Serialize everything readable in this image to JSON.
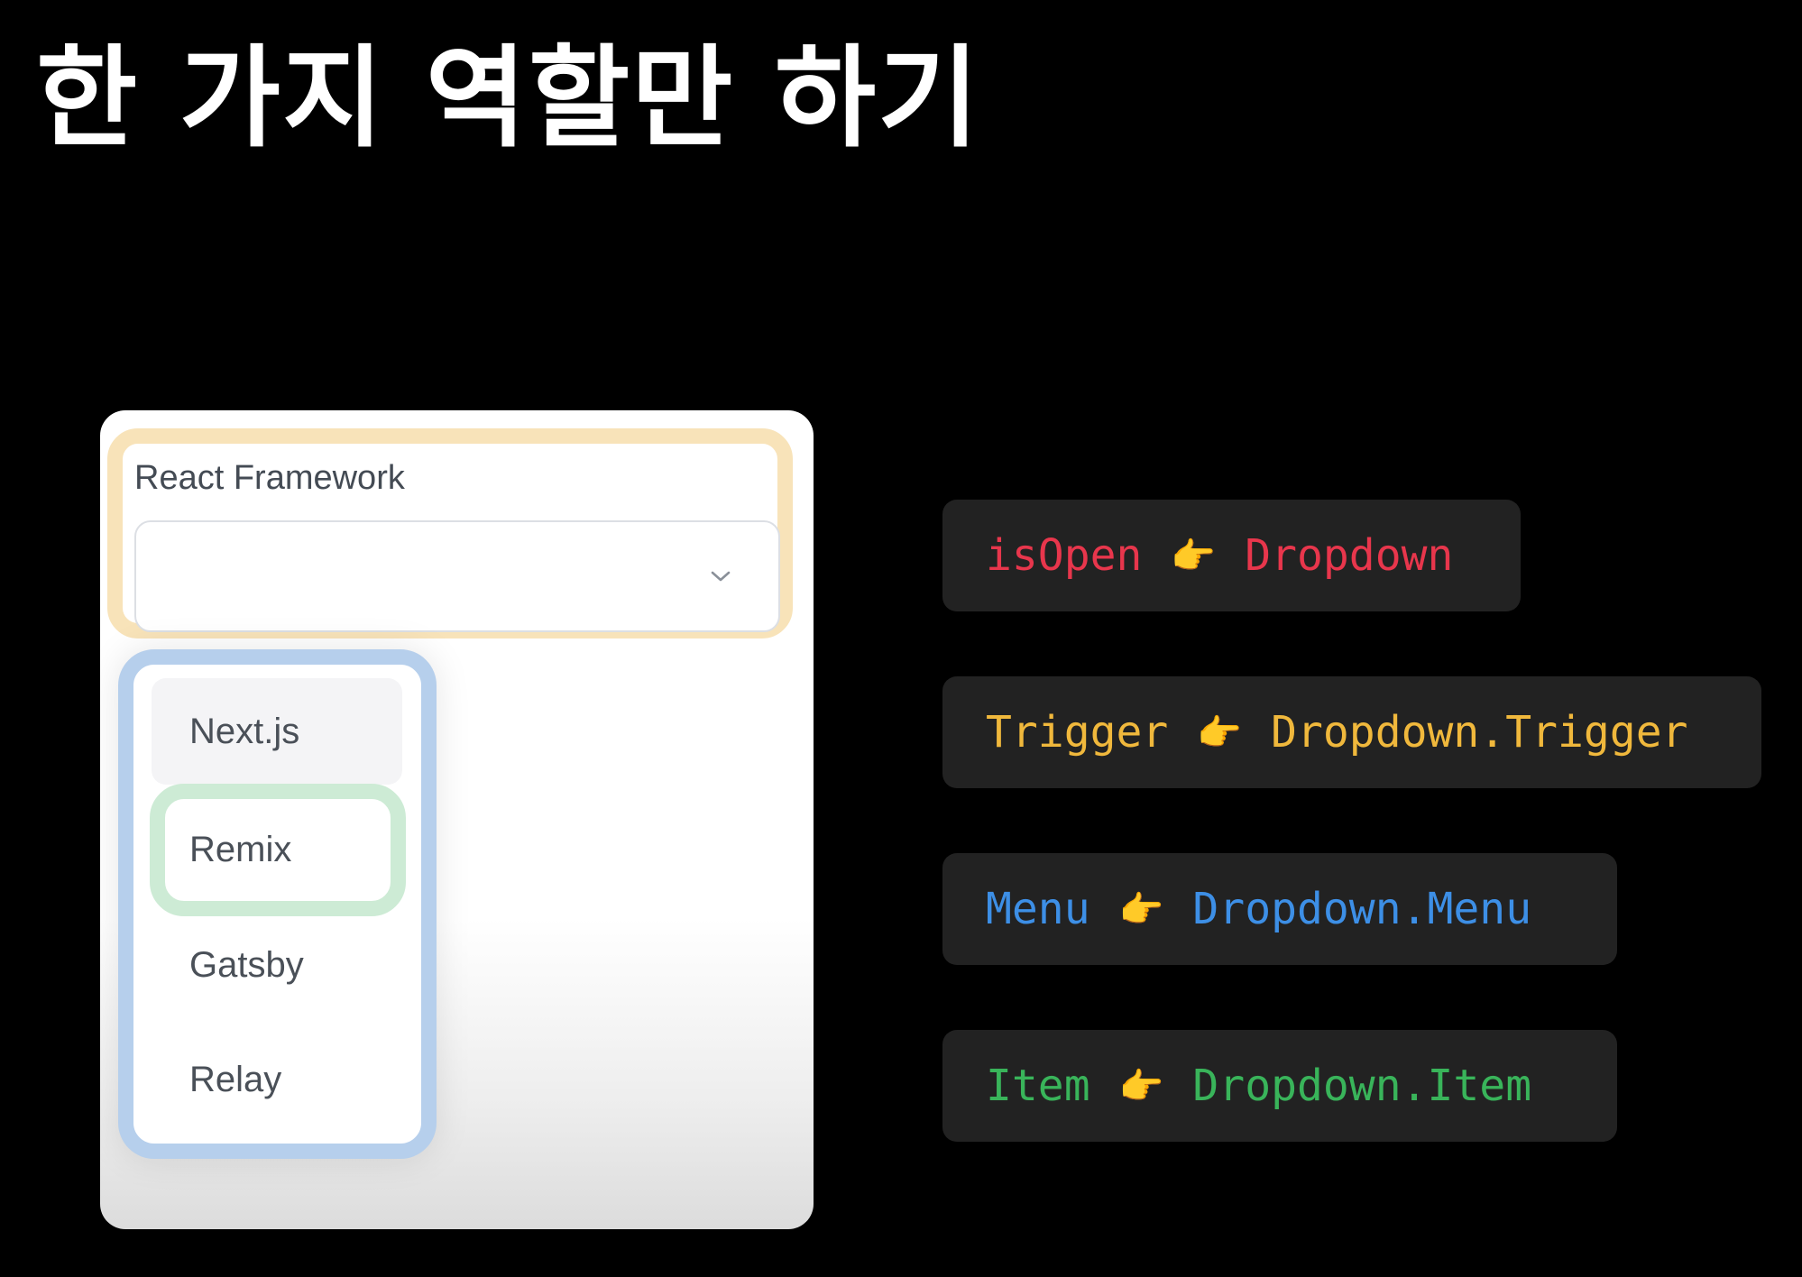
{
  "title": "한 가지 역할만 하기",
  "dropdown_demo": {
    "label": "React Framework",
    "selected_value": "",
    "options": [
      "Next.js",
      "Remix",
      "Gatsby",
      "Relay"
    ]
  },
  "mappings": [
    {
      "source": "isOpen",
      "target": "Dropdown",
      "color": "#e8364c"
    },
    {
      "source": "Trigger",
      "target": "Dropdown.Trigger",
      "color": "#f0b83c"
    },
    {
      "source": "Menu",
      "target": "Dropdown.Menu",
      "color": "#3d8fe6"
    },
    {
      "source": "Item",
      "target": "Dropdown.Item",
      "color": "#39b45a"
    }
  ],
  "arrow_glyph": "👉",
  "highlight_colors": {
    "trigger": "#f8e3b9",
    "menu": "#b6cfec",
    "item": "#cdebd5"
  }
}
